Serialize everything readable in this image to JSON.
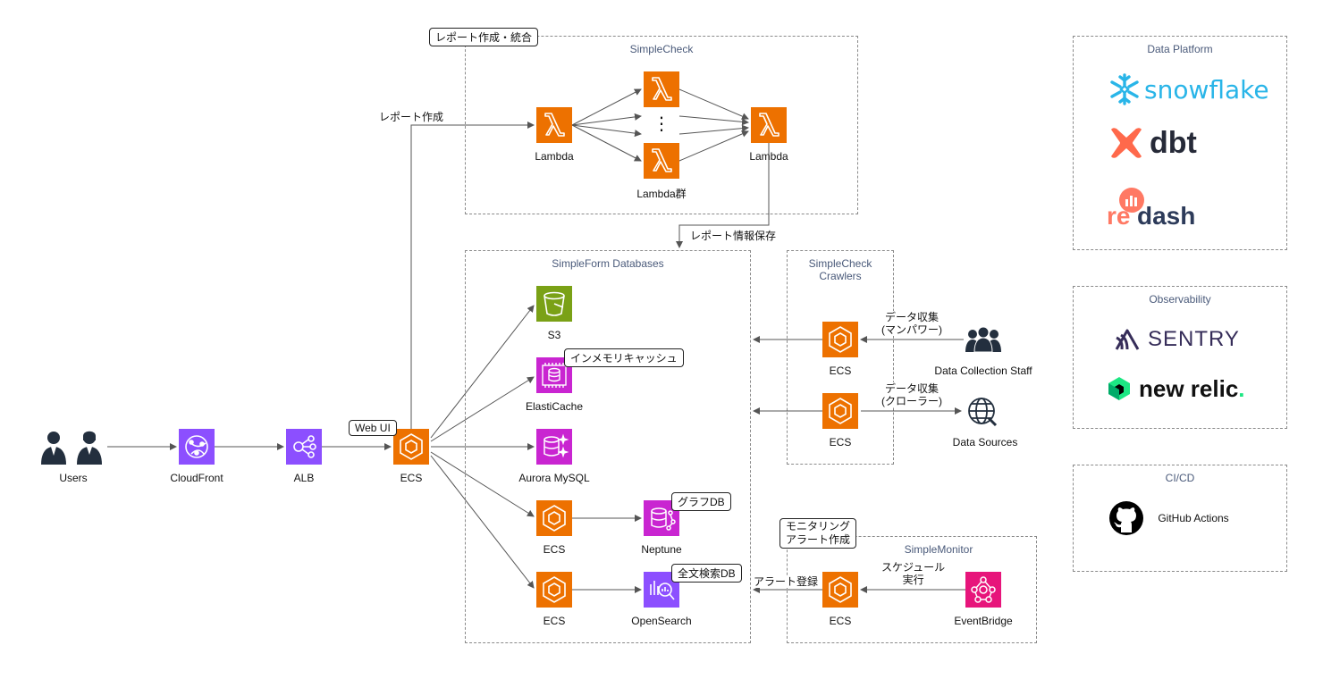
{
  "groups": {
    "simplecheck": "SimpleCheck",
    "databases": "SimpleForm Databases",
    "crawlers": "SimpleCheck\nCrawlers",
    "monitor": "SimpleMonitor",
    "data_platform": "Data Platform",
    "observability": "Observability",
    "cicd": "CI/CD"
  },
  "nodes": {
    "users": "Users",
    "cloudfront": "CloudFront",
    "alb": "ALB",
    "ecs_main": "ECS",
    "lambda_in": "Lambda",
    "lambda_group": "Lambda群",
    "lambda_out": "Lambda",
    "s3": "S3",
    "elasticache": "ElastiCache",
    "aurora": "Aurora MySQL",
    "ecs_neptune": "ECS",
    "neptune": "Neptune",
    "ecs_opensearch": "ECS",
    "opensearch": "OpenSearch",
    "ecs_crawler1": "ECS",
    "ecs_crawler2": "ECS",
    "staff": "Data Collection Staff",
    "data_sources": "Data Sources",
    "ecs_monitor": "ECS",
    "eventbridge": "EventBridge",
    "github_actions": "GitHub Actions",
    "lambda_dots": "⋮"
  },
  "notes": {
    "report_integration": "レポート作成・統合",
    "web_ui": "Web UI",
    "in_memory_cache": "インメモリキャッシュ",
    "graph_db": "グラフDB",
    "fulltext_db": "全文検索DB",
    "monitoring": "モニタリング\nアラート作成"
  },
  "edge_labels": {
    "report_create": "レポート作成",
    "report_save": "レポート情報保存",
    "collect_manual": "データ収集\n(マンパワー)",
    "collect_crawler": "データ収集\n(クローラー)",
    "alert_register": "アラート登録",
    "schedule": "スケジュール\n実行"
  },
  "logos": {
    "snowflake": "snowflake",
    "dbt": "dbt",
    "redash_re": "re",
    "redash_dash": "dash",
    "sentry": "SENTRY",
    "newrelic": "new relic",
    "newrelic_dot": "."
  },
  "colors": {
    "compute": "#ED7100",
    "storage": "#7AA116",
    "database": "#C925D1",
    "network": "#8C4FFF",
    "integration": "#E7157B",
    "snowflake": "#29B5E8",
    "dbt": "#FF694B",
    "redash": "#FF7964",
    "sentry": "#362D59",
    "newrelic": "#1CE783"
  }
}
